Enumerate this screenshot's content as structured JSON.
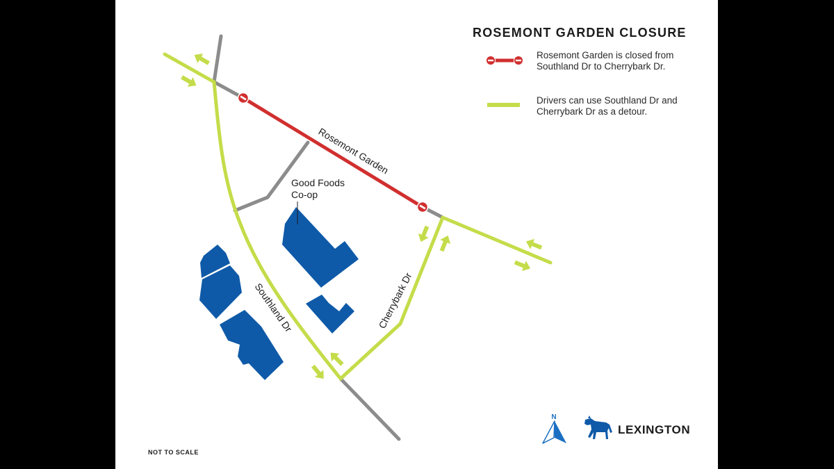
{
  "title": "ROSEMONT GARDEN CLOSURE",
  "legend": {
    "closed_text": "Rosemont Garden is closed from Southland Dr to Cherrybark Dr.",
    "detour_text": "Drivers can use Southland Dr and Cherrybark Dr as a detour."
  },
  "labels": {
    "rosemont": "Rosemont Garden",
    "southland": "Southland Dr",
    "cherrybark": "Cherrybark Dr",
    "coop_line1": "Good Foods",
    "coop_line2": "Co-op"
  },
  "north": "N",
  "brand": "LEXINGTON",
  "scale_note": "NOT TO SCALE",
  "colors": {
    "closed_road": "#d12f2f",
    "detour_road": "#c5dc4a",
    "other_road": "#8c8c8c",
    "building": "#0f5aa8",
    "panel_bg": "#ffffff",
    "frame": "#000000"
  },
  "icons": [
    "do-not-enter-icon",
    "direction-arrow-icon",
    "north-arrow-icon",
    "horse-logo-icon"
  ]
}
